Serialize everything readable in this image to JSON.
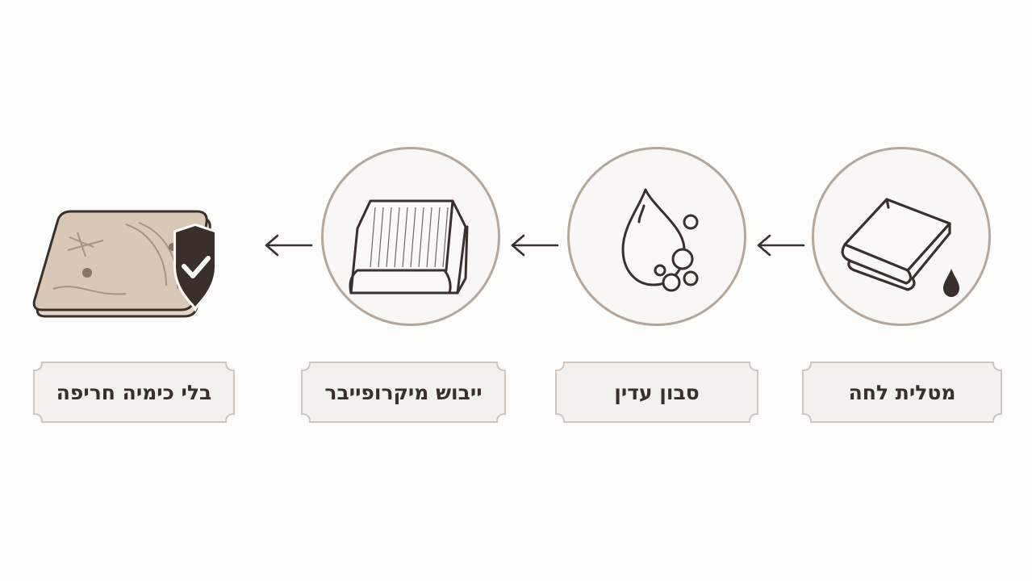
{
  "steps": [
    {
      "label": "מטלית לחה",
      "icon": "wet-cloth-icon"
    },
    {
      "label": "סבון עדין",
      "icon": "soap-drop-icon"
    },
    {
      "label": "ייבוש מיקרופייבר",
      "icon": "microfiber-towel-icon"
    },
    {
      "label": "בלי כימיה חריפה",
      "icon": "stone-surface-shield-icon"
    }
  ],
  "colors": {
    "ring": "#b3a79b",
    "ink": "#3a2f2a",
    "card_fill": "#f3f1ee",
    "card_border": "#cfc6bd",
    "stone_fill": "#d9c8b6"
  }
}
